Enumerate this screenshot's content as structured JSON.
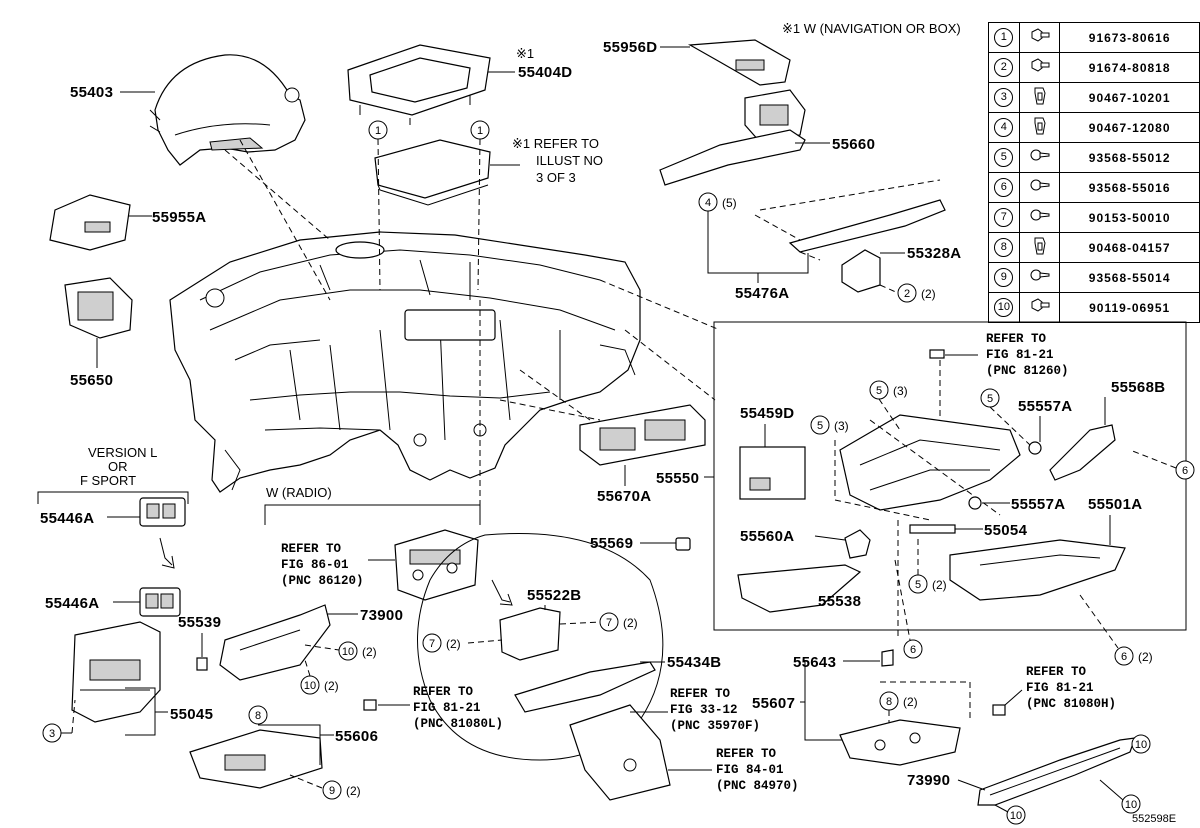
{
  "header_note": "※1 W (NAVIGATION OR BOX)",
  "legend": [
    {
      "num": "1",
      "part_no": "91673-80616",
      "icon": "bolt-icon"
    },
    {
      "num": "2",
      "part_no": "91674-80818",
      "icon": "bolt-icon"
    },
    {
      "num": "3",
      "part_no": "90467-10201",
      "icon": "clip-icon"
    },
    {
      "num": "4",
      "part_no": "90467-12080",
      "icon": "clip-icon"
    },
    {
      "num": "5",
      "part_no": "93568-55012",
      "icon": "screw-icon"
    },
    {
      "num": "6",
      "part_no": "93568-55016",
      "icon": "screw-icon"
    },
    {
      "num": "7",
      "part_no": "90153-50010",
      "icon": "screw-icon"
    },
    {
      "num": "8",
      "part_no": "90468-04157",
      "icon": "clip-icon"
    },
    {
      "num": "9",
      "part_no": "93568-55014",
      "icon": "screw-icon"
    },
    {
      "num": "10",
      "part_no": "90119-06951",
      "icon": "bolt-icon"
    }
  ],
  "labels": {
    "p55403": "55403",
    "p55404D": "55404D",
    "p55404D_mark": "※1",
    "p55956D": "55956D",
    "p55660": "55660",
    "p55955A": "55955A",
    "p55650": "55650",
    "p55476A": "55476A",
    "p55328A": "55328A",
    "p55459D": "55459D",
    "p55550": "55550",
    "p55670A": "55670A",
    "p55557A_1": "55557A",
    "p55557A_2": "55557A",
    "p55568B": "55568B",
    "p55501A": "55501A",
    "p55560A": "55560A",
    "p55054": "55054",
    "p55538": "55538",
    "p55446A_1": "55446A",
    "p55446A_2": "55446A",
    "p55539": "55539",
    "p73900": "73900",
    "p55045": "55045",
    "p55606": "55606",
    "p55569": "55569",
    "p55522B": "55522B",
    "p55434B": "55434B",
    "p55643": "55643",
    "p55607": "55607",
    "p73990": "73990"
  },
  "notes": {
    "refer_illust_1": "※1 REFER TO",
    "refer_illust_2": "ILLUST NO",
    "refer_illust_3": "3 OF 3",
    "version_1": "VERSION L",
    "version_2": "OR",
    "version_3": "F SPORT",
    "w_radio": "W (RADIO)",
    "image_code": "552598E"
  },
  "refs": {
    "r8126_1": "REFER TO",
    "r8126_2": "FIG 81-21",
    "r8126_3": "(PNC 81260)",
    "r8601_1": "REFER TO",
    "r8601_2": "FIG 86-01",
    "r8601_3": "(PNC 86120)",
    "r8108L_1": "REFER TO",
    "r8108L_2": "FIG 81-21",
    "r8108L_3": "(PNC 81080L)",
    "r3312_1": "REFER TO",
    "r3312_2": "FIG 33-12",
    "r3312_3": "(PNC 35970F)",
    "r8401_1": "REFER TO",
    "r8401_2": "FIG 84-01",
    "r8401_3": "(PNC 84970)",
    "r8108H_1": "REFER TO",
    "r8108H_2": "FIG 81-21",
    "r8108H_3": "(PNC 81080H)"
  },
  "callouts": {
    "c1a": "1",
    "c1b": "1",
    "c4": "4",
    "c4q": "(5)",
    "c2": "2",
    "c2q": "(2)",
    "c5a": "5",
    "c5aq": "(3)",
    "c5b": "5",
    "c5bq": "(3)",
    "c5c": "5",
    "c5d": "5",
    "c5dq": "(2)",
    "c6a": "6",
    "c6b": "6",
    "c6c": "6",
    "c6cq": "(2)",
    "c7a": "7",
    "c7aq": "(2)",
    "c7b": "7",
    "c7bq": "(2)",
    "c10a": "10",
    "c10aq": "(2)",
    "c10b": "10",
    "c10bq": "(2)",
    "c3": "3",
    "c8a": "8",
    "c8b": "8",
    "c8bq": "(2)",
    "c9": "9",
    "c9q": "(2)",
    "c10c": "10",
    "c10d": "10",
    "c10e": "10"
  }
}
